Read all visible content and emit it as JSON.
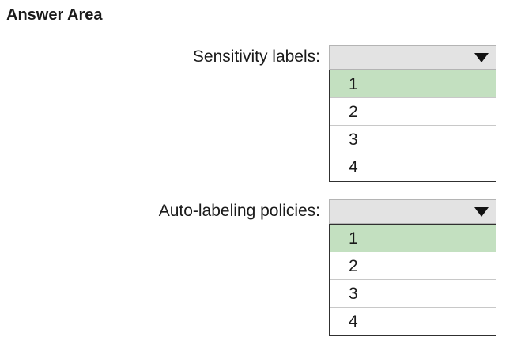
{
  "title": "Answer Area",
  "dropdowns": [
    {
      "label": "Sensitivity labels:",
      "current_value": "",
      "options": [
        "1",
        "2",
        "3",
        "4"
      ],
      "highlighted_option": "1"
    },
    {
      "label": "Auto-labeling policies:",
      "current_value": "",
      "options": [
        "1",
        "2",
        "3",
        "4"
      ],
      "highlighted_option": "1"
    }
  ],
  "colors": {
    "highlight": "#c3e0c0",
    "select_bg": "#e3e3e3",
    "border": "#303030"
  },
  "icons": {
    "dropdown_arrow": "triangle-down-icon"
  }
}
